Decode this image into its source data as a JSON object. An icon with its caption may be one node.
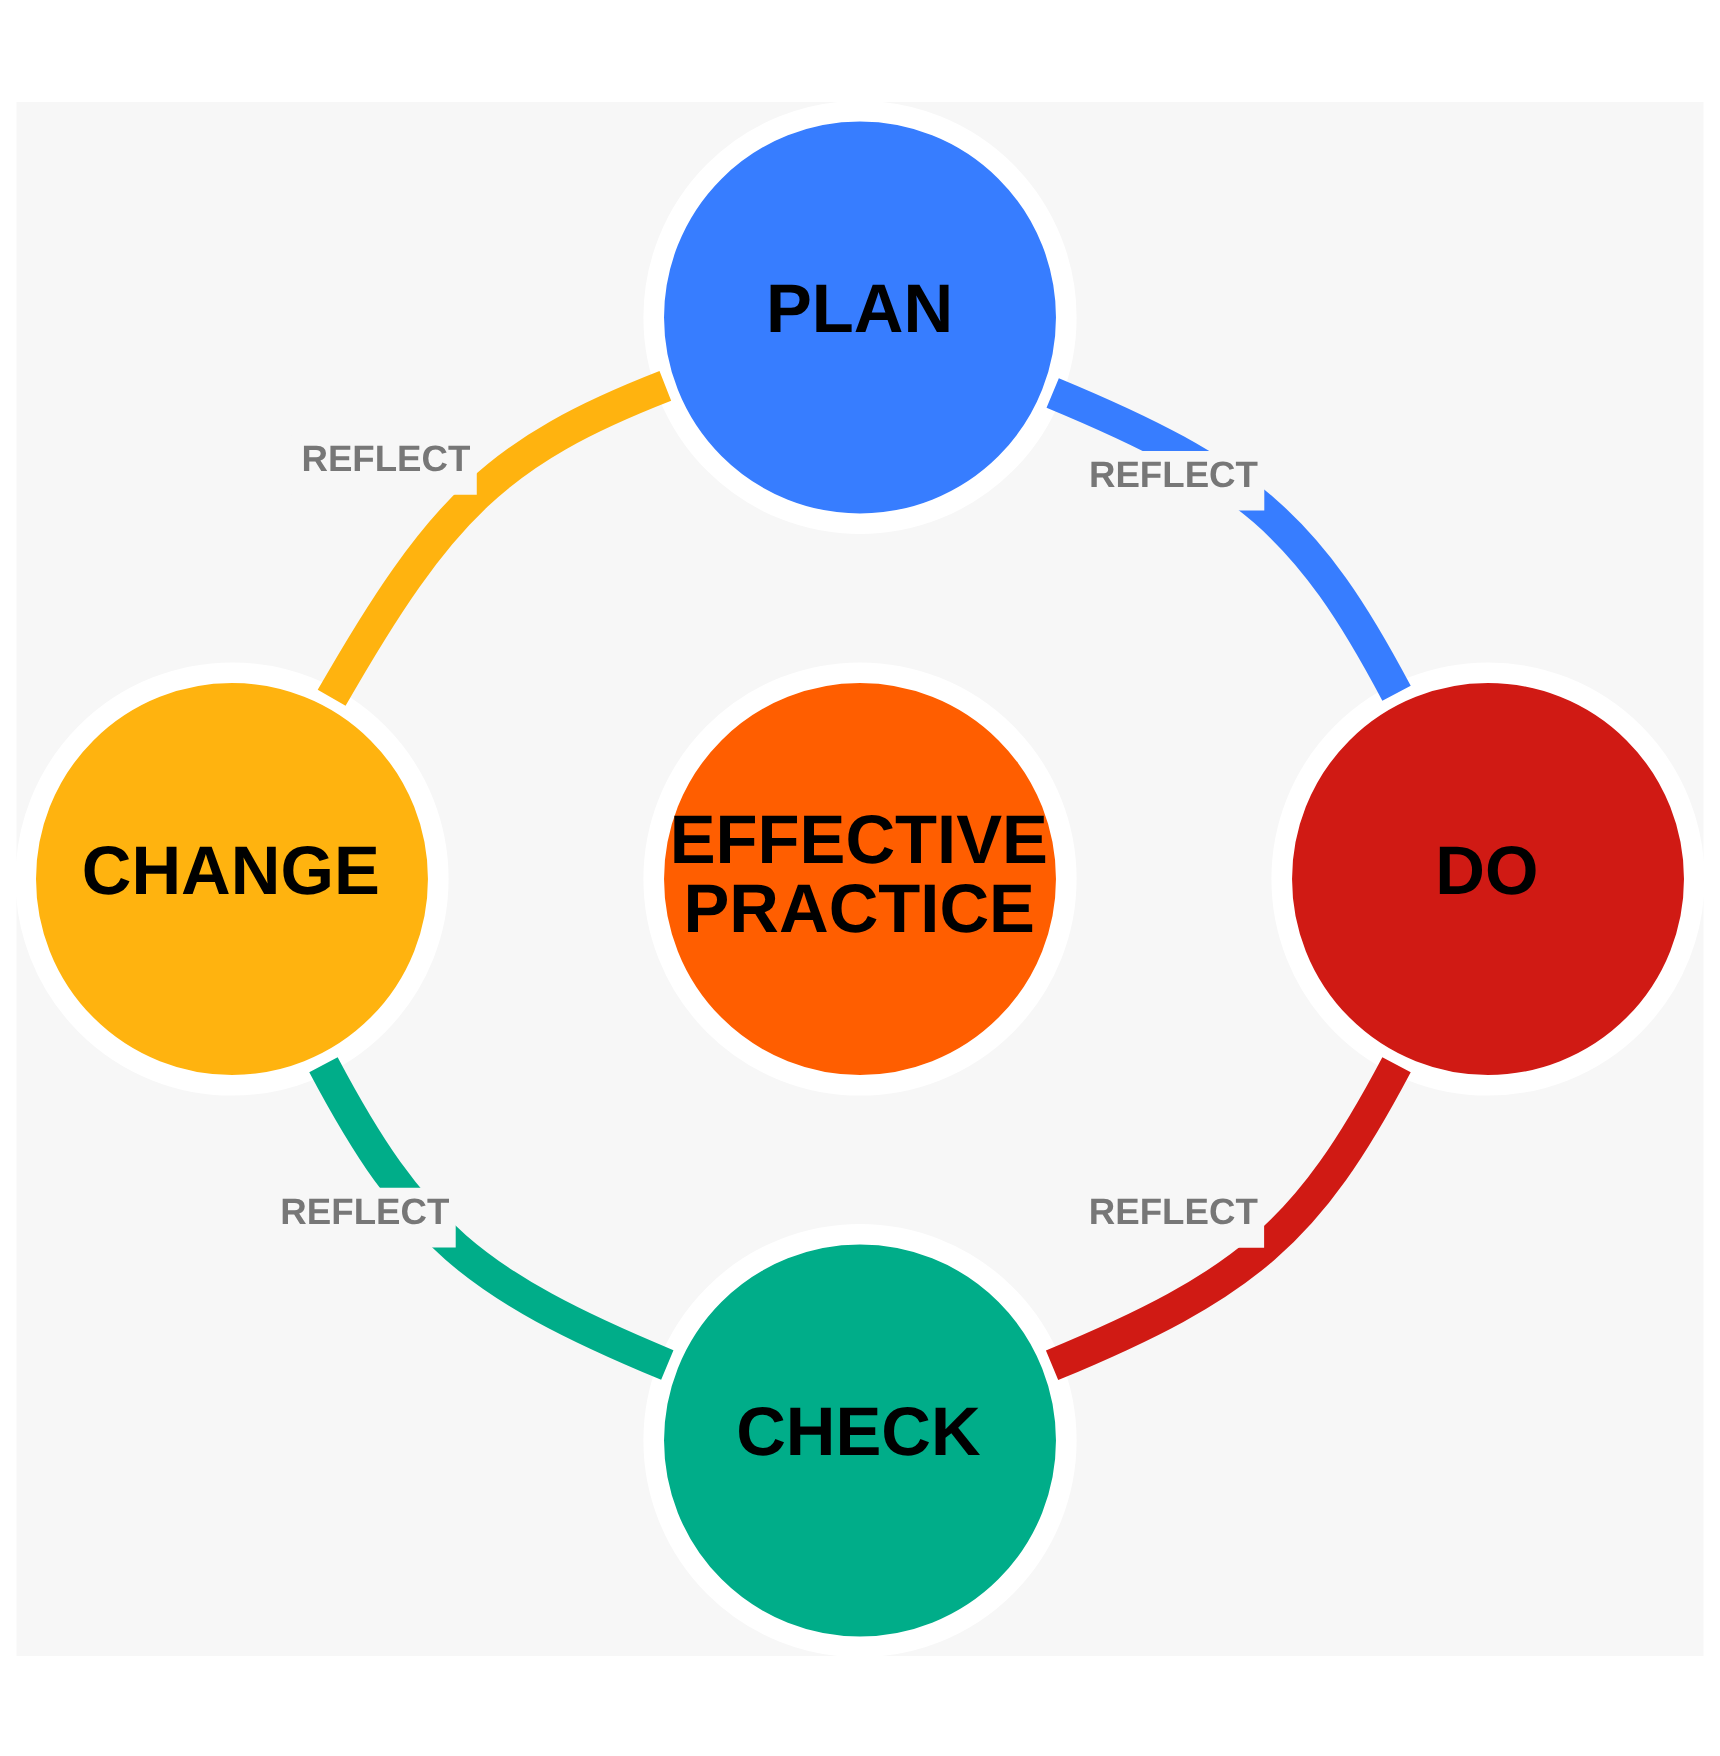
{
  "diagram": {
    "nodes": [
      {
        "text": [
          "PLAN"
        ]
      },
      {
        "text": [
          "CHANGE"
        ]
      },
      {
        "text": [
          "EFFECTIVE PRACTICE"
        ]
      },
      {
        "text": [
          "DO"
        ]
      },
      {
        "text": [
          "CHECK"
        ]
      }
    ],
    "edges": [
      {
        "from": 0,
        "to": 3,
        "arrow": "none",
        "label": "REFLECT",
        "color": "#377dff"
      },
      {
        "from": 3,
        "to": 4,
        "arrow": "none",
        "label": "REFLECT",
        "color": "#d01a14"
      },
      {
        "from": 4,
        "to": 1,
        "arrow": "none",
        "label": "REFLECT",
        "color": "#00ad89"
      },
      {
        "from": 1,
        "to": 0,
        "arrow": "none",
        "label": "REFLECT",
        "color": "#ffb30f"
      }
    ]
  }
}
